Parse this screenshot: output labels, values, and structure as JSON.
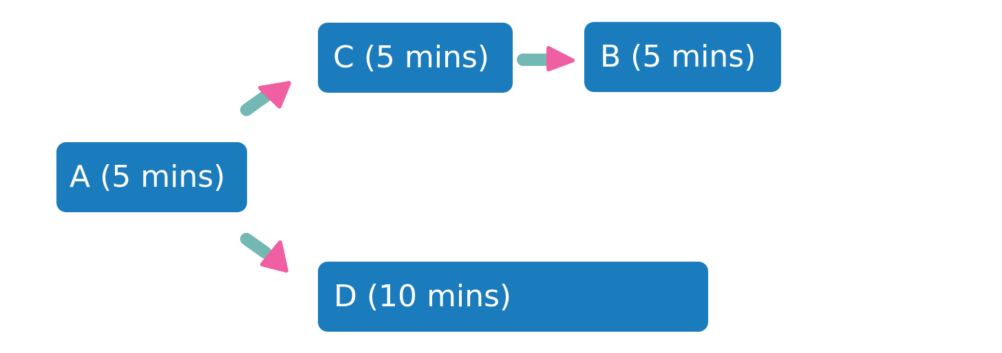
{
  "colors": {
    "node_fill": "#1a7bbd",
    "node_text": "#ffffff",
    "arrow_tail": "#73b8b3",
    "arrow_head": "#ef5fa1"
  },
  "nodes": {
    "a": {
      "label": "A (5 mins)"
    },
    "b": {
      "label": "B (5 mins)"
    },
    "c": {
      "label": "C (5 mins)"
    },
    "d": {
      "label": "D (10 mins)"
    }
  },
  "edges": [
    {
      "from": "A",
      "to": "C"
    },
    {
      "from": "C",
      "to": "B"
    },
    {
      "from": "A",
      "to": "D"
    }
  ]
}
